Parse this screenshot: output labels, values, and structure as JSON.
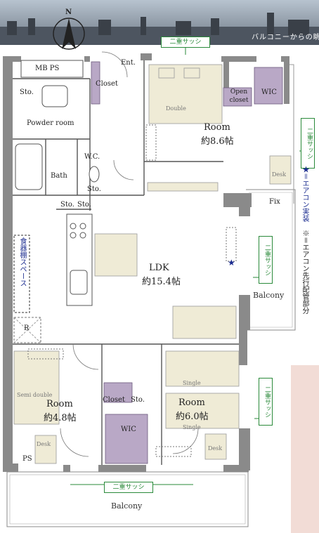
{
  "compass": {
    "north_label": "N"
  },
  "header": {
    "view_label": "バルコニーからの眺望"
  },
  "sash": {
    "label": "二重サッシ"
  },
  "rooms": {
    "mb_ps": "MB  PS",
    "entrance": "Ent.",
    "closet_entry": "Closet",
    "storage_1": "Sto.",
    "powder_room": "Powder room",
    "bath": "Bath",
    "wc": "W.C.",
    "storage_wc": "Sto.",
    "storage_a": "Sto.",
    "storage_b": "Sto.",
    "room1_name": "Room",
    "room1_size": "約8.6帖",
    "double_bed": "Double",
    "open_closet": "Open closet",
    "wic_top": "WIC",
    "desk_top": "Desk",
    "fix": "Fix",
    "ldk_name": "LDK",
    "ldk_size": "約15.4帖",
    "cupboard_space": "食器棚スペース",
    "refrigerator": "R",
    "balcony_east": "Balcony",
    "room2_name": "Room",
    "room2_size": "約4.8帖",
    "semi_double": "Semi double",
    "desk_left": "Desk",
    "ps_bottom": "PS",
    "closet_mid": "Closet",
    "storage_mid": "Sto.",
    "wic_mid": "WIC",
    "room3_name": "Room",
    "room3_size": "約6.0帖",
    "single_1": "Single",
    "single_2": "Single",
    "desk_right": "Desk",
    "balcony_south": "Balcony"
  },
  "legend": {
    "star_text": "★＝エアコン実装",
    "mark_text": "※＝エアコン先行配管部分"
  },
  "colors": {
    "wall": "#8a8a8a",
    "closet": "#b9a8c6",
    "furniture": "#efebd6",
    "accent_green": "#2a8a3a",
    "star_blue": "#1a2b8f",
    "neighbor": "#f2dcd6"
  }
}
